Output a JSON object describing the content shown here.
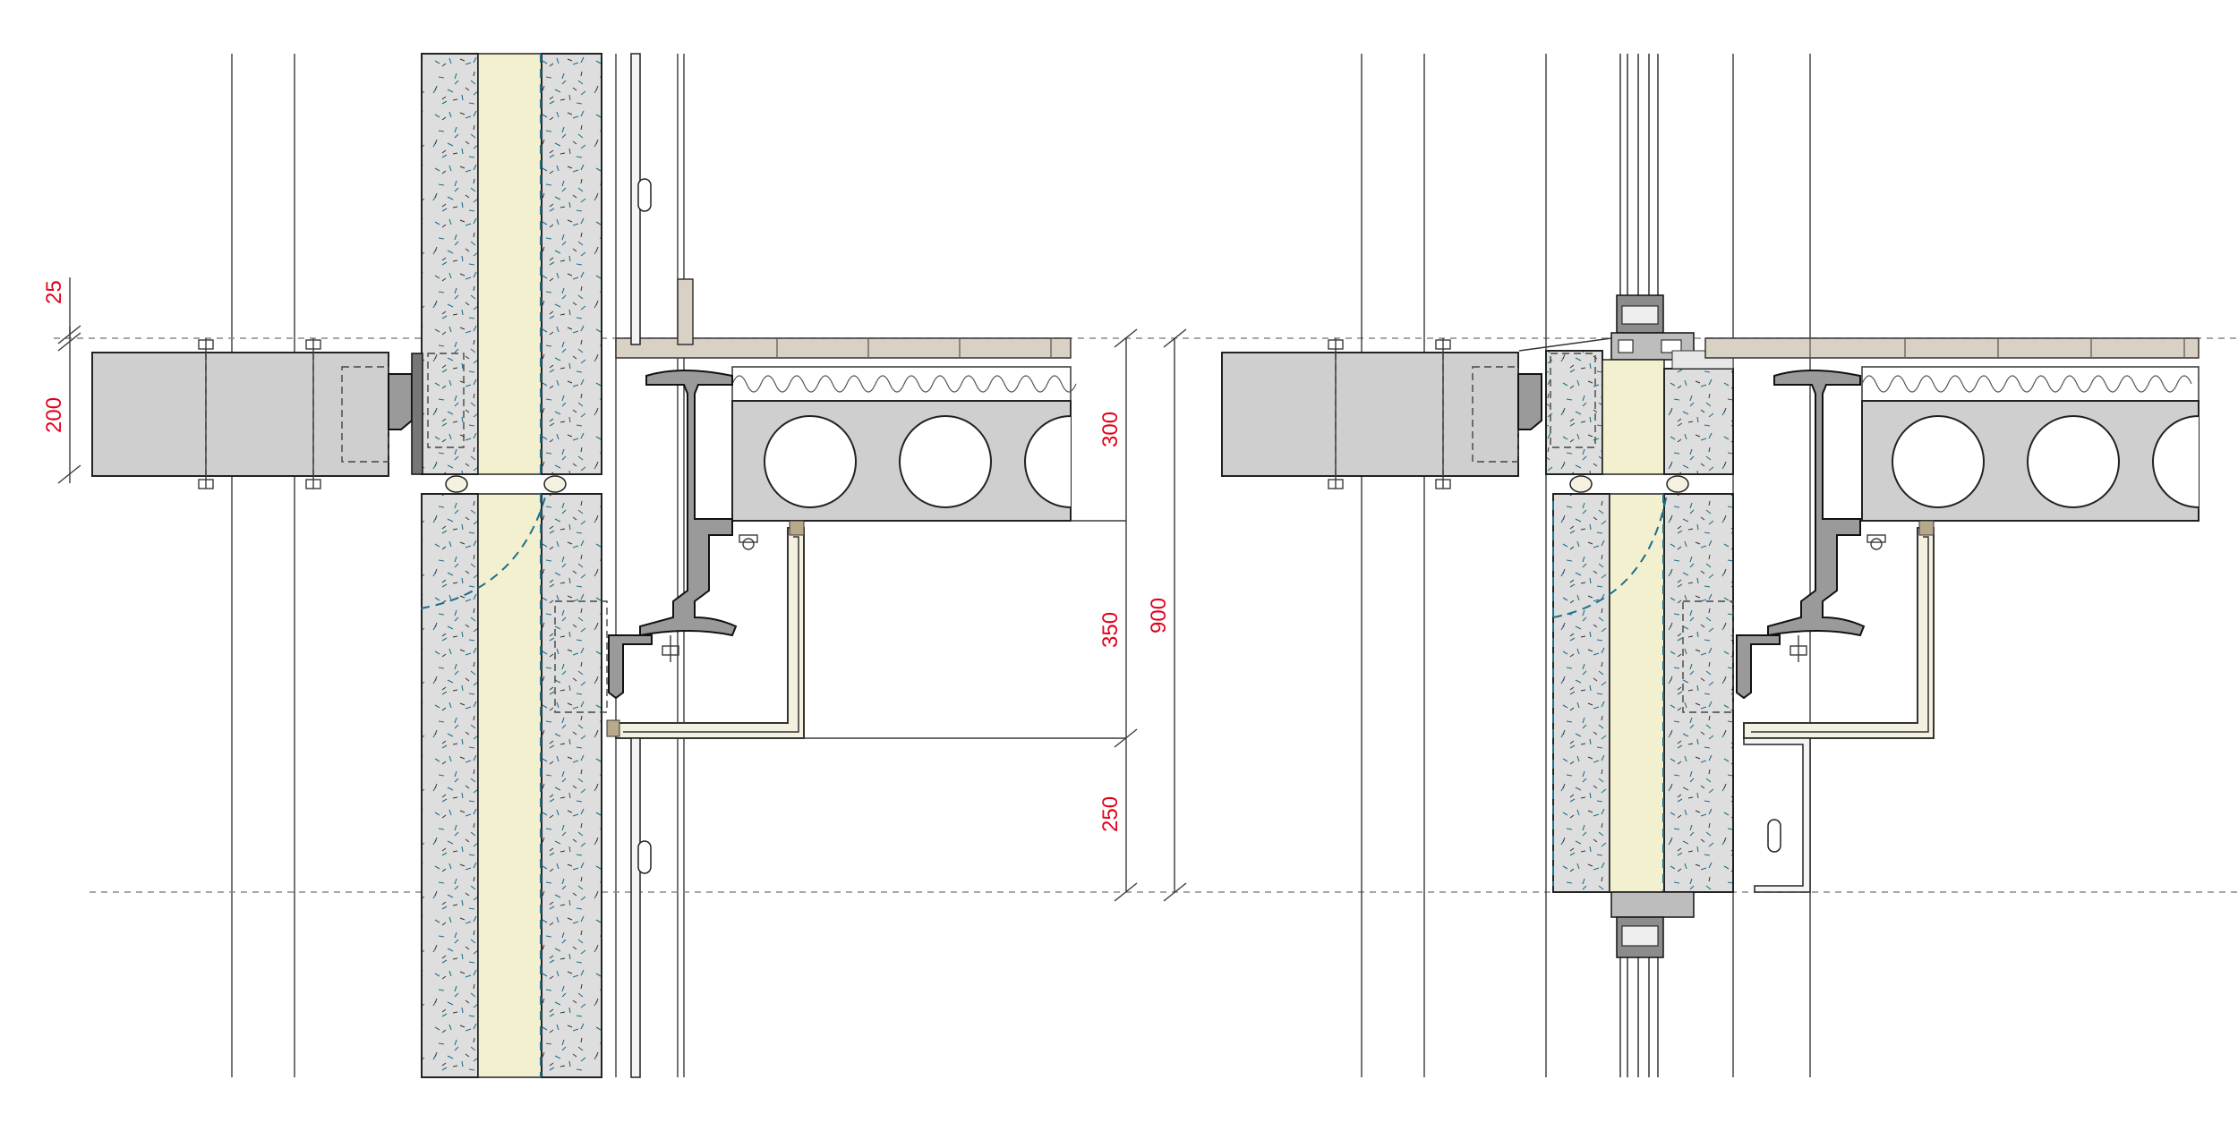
{
  "dimensions_left": {
    "d25": "25",
    "d200": "200"
  },
  "dimensions_right": {
    "d300": "300",
    "d350": "350",
    "d250": "250",
    "d900": "900"
  }
}
